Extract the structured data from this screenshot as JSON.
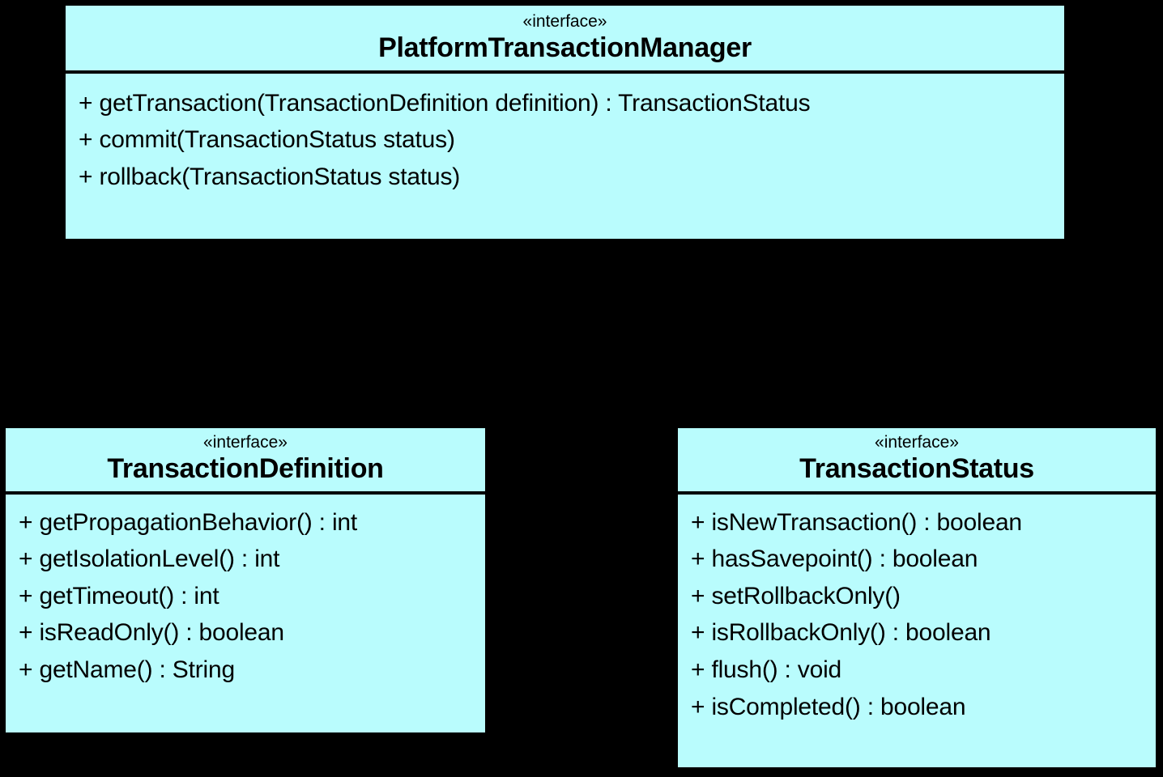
{
  "diagram": {
    "type": "uml-class-diagram",
    "background_color": "#000000",
    "class_fill_color": "#b9fcfd",
    "class_border_color": "#000000",
    "text_color": "#000000",
    "classes": [
      {
        "id": "platform-transaction-manager",
        "stereotype": "«interface»",
        "name": "PlatformTransactionManager",
        "members": [
          "+ getTransaction(TransactionDefinition definition) : TransactionStatus",
          "+ commit(TransactionStatus status)",
          "+ rollback(TransactionStatus status)"
        ]
      },
      {
        "id": "transaction-definition",
        "stereotype": "«interface»",
        "name": "TransactionDefinition",
        "members": [
          "+ getPropagationBehavior() : int",
          "+ getIsolationLevel() : int",
          "+ getTimeout() : int",
          "+ isReadOnly() : boolean",
          "+ getName() : String"
        ]
      },
      {
        "id": "transaction-status",
        "stereotype": "«interface»",
        "name": "TransactionStatus",
        "members": [
          "+ isNewTransaction() : boolean",
          "+ hasSavepoint() : boolean",
          "+ setRollbackOnly()",
          "+ isRollbackOnly() : boolean",
          "+ flush() : void",
          "+ isCompleted() : boolean"
        ]
      }
    ]
  }
}
